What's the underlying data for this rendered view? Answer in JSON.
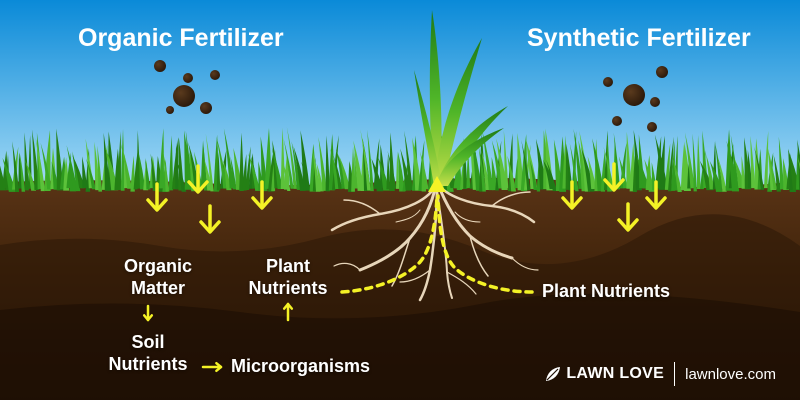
{
  "titles": {
    "organic": "Organic Fertilizer",
    "synthetic": "Synthetic Fertilizer"
  },
  "organic_flow": {
    "organic_matter": [
      "Organic",
      "Matter"
    ],
    "soil_nutrients": [
      "Soil",
      "Nutrients"
    ],
    "microorganisms": "Microorganisms",
    "plant_nutrients": [
      "Plant",
      "Nutrients"
    ]
  },
  "synthetic_flow": {
    "plant_nutrients": "Plant Nutrients"
  },
  "logo": {
    "brand": "LAWN LOVE",
    "site": "lawnlove.com"
  },
  "colors": {
    "sky_top": "#0a8ad8",
    "sky_bottom": "#9fd6f3",
    "soil_top": "#5a3416",
    "soil_bottom": "#1e0f05",
    "arrow": "#f4f226",
    "grass": "#2f9a1f",
    "root": "#f1e0c4",
    "pellet": "#3b2512",
    "text": "#ffffff"
  }
}
